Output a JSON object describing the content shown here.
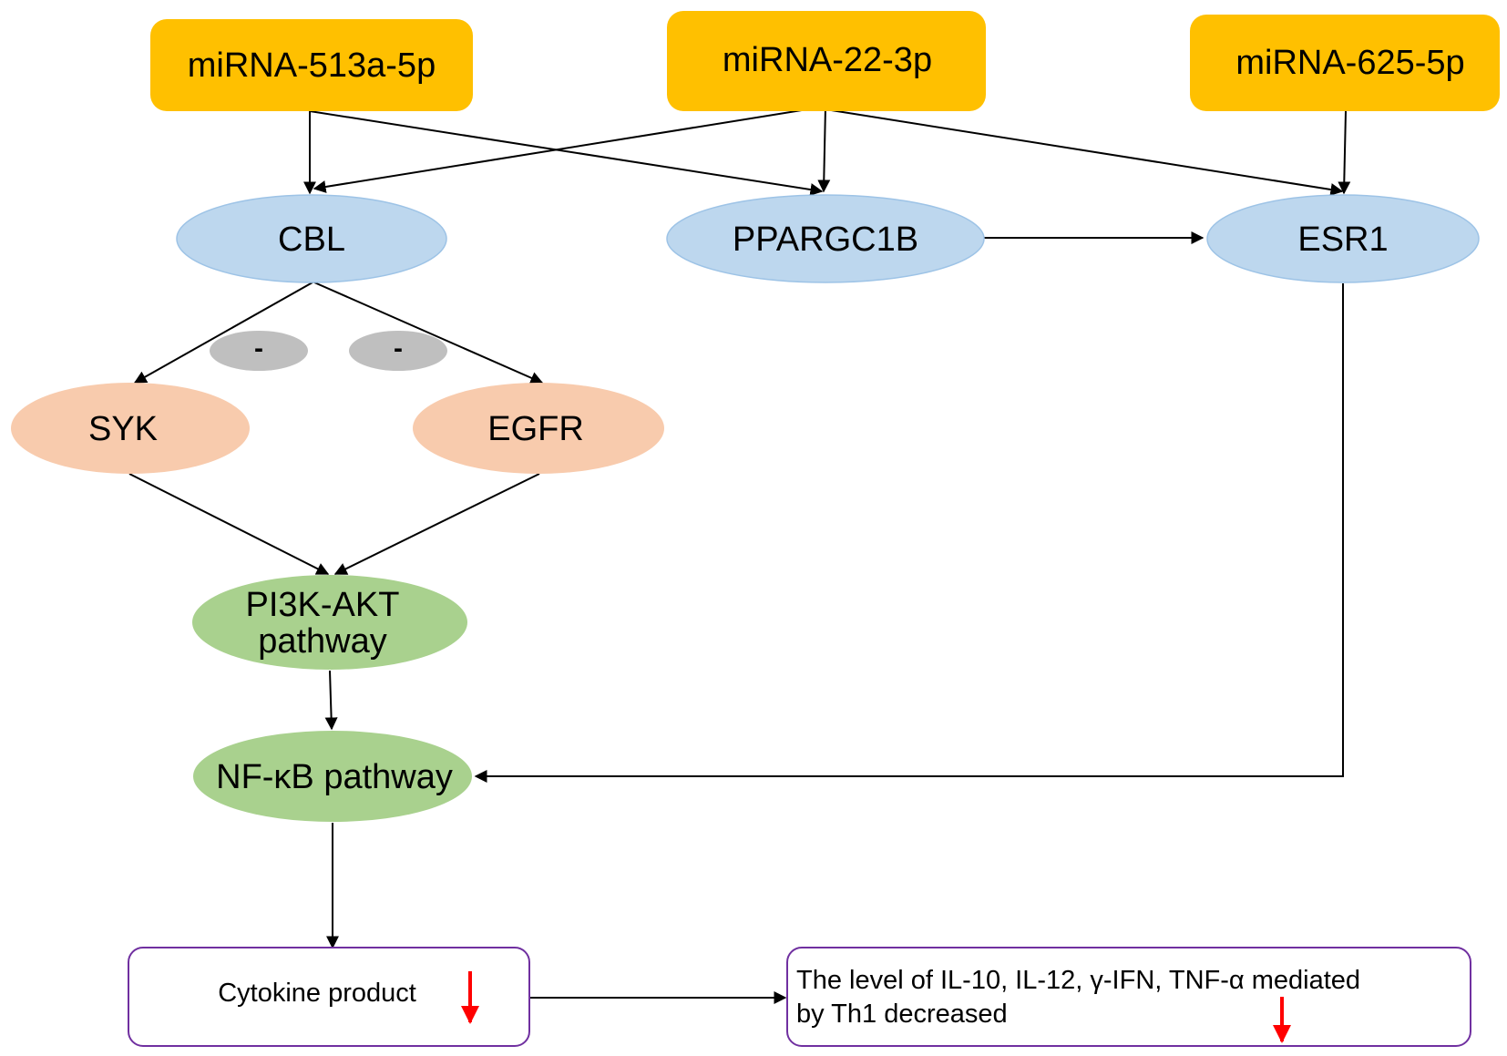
{
  "colors": {
    "mirna_fill": "#FFC000",
    "target_fill": "#BDD7EE",
    "target_stroke": "#9DC3E6",
    "kinase_fill": "#F8CBAD",
    "pathway_fill": "#A9D18E",
    "inhibit_fill": "#BFBFBF",
    "outcome_stroke": "#7030A0",
    "arrow": "#000000",
    "down_arrow": "#FF0000"
  },
  "nodes": {
    "mirna_513a": {
      "label": "miRNA-513a-5p"
    },
    "mirna_22": {
      "label": "miRNA-22-3p"
    },
    "mirna_625": {
      "label": "miRNA-625-5p"
    },
    "cbl": {
      "label": "CBL"
    },
    "ppargc1b": {
      "label": "PPARGC1B"
    },
    "esr1": {
      "label": "ESR1"
    },
    "syk": {
      "label": "SYK"
    },
    "egfr": {
      "label": "EGFR"
    },
    "inhibit_syk": {
      "label": "-"
    },
    "inhibit_egfr": {
      "label": "-"
    },
    "pi3k": {
      "line1": "PI3K-AKT",
      "line2": "pathway"
    },
    "nfkb": {
      "label": "NF-κB pathway"
    },
    "cytokine": {
      "label": "Cytokine product",
      "trend": "decreased"
    },
    "th1": {
      "line1": "The level of IL-10, IL-12, γ-IFN, TNF-α mediated",
      "line2": "by Th1 decreased",
      "trend": "decreased"
    }
  },
  "edges": [
    {
      "from": "miRNA-513a-5p",
      "to": "CBL"
    },
    {
      "from": "miRNA-513a-5p",
      "to": "PPARGC1B"
    },
    {
      "from": "miRNA-22-3p",
      "to": "CBL"
    },
    {
      "from": "miRNA-22-3p",
      "to": "PPARGC1B"
    },
    {
      "from": "miRNA-22-3p",
      "to": "ESR1"
    },
    {
      "from": "miRNA-625-5p",
      "to": "ESR1"
    },
    {
      "from": "PPARGC1B",
      "to": "ESR1"
    },
    {
      "from": "CBL",
      "to": "SYK",
      "type": "inhibit"
    },
    {
      "from": "CBL",
      "to": "EGFR",
      "type": "inhibit"
    },
    {
      "from": "SYK",
      "to": "PI3K-AKT pathway"
    },
    {
      "from": "EGFR",
      "to": "PI3K-AKT pathway"
    },
    {
      "from": "PI3K-AKT pathway",
      "to": "NF-κB pathway"
    },
    {
      "from": "ESR1",
      "to": "NF-κB pathway"
    },
    {
      "from": "NF-κB pathway",
      "to": "Cytokine product"
    },
    {
      "from": "Cytokine product",
      "to": "Th1 cytokine level"
    }
  ]
}
